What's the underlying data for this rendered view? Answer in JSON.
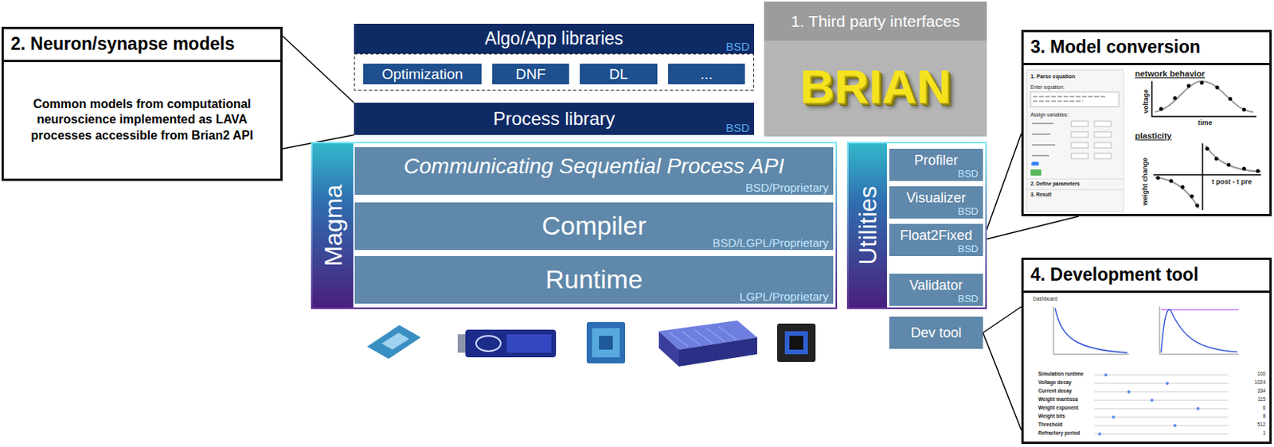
{
  "diagram": {
    "nodes": [
      {
        "text": [
          "2. Neuron/synapse models",
          "Common models from computational neuroscience implemented as LAVA processes accessible from Brian2 API"
        ]
      },
      {
        "text": [
          "Algo/App libraries",
          "BSD"
        ]
      },
      {
        "text": [
          "Optimization"
        ]
      },
      {
        "text": [
          "DNF"
        ]
      },
      {
        "text": [
          "DL"
        ]
      },
      {
        "text": [
          "..."
        ]
      },
      {
        "text": [
          "Process library",
          "BSD"
        ]
      },
      {
        "text": [
          "1. Third party interfaces",
          "BRIAN"
        ]
      },
      {
        "text": [
          "Magma"
        ]
      },
      {
        "text": [
          "Communicating Sequential Process API",
          "BSD/Proprietary"
        ],
        "in": 8
      },
      {
        "text": [
          "Compiler",
          "BSD/LGPL/Proprietary"
        ],
        "in": 8
      },
      {
        "text": [
          "Runtime",
          "LGPL/Proprietary"
        ],
        "in": 8
      },
      {
        "text": [
          "Utilities"
        ]
      },
      {
        "text": [
          "Profiler",
          "BSD"
        ],
        "in": 12
      },
      {
        "text": [
          "Visualizer",
          "BSD"
        ],
        "in": 12
      },
      {
        "text": [
          "Float2Fixed",
          "BSD"
        ],
        "in": 12
      },
      {
        "text": [
          "Validator",
          "BSD"
        ],
        "in": 12
      },
      {
        "text": [
          "Dev tool"
        ]
      },
      {
        "text": [
          "3. Model conversion"
        ]
      },
      {
        "text": [
          "4. Development tool"
        ]
      }
    ],
    "edges": [
      {
        "from": 0,
        "to": 6,
        "arrow": "none"
      },
      {
        "from": 15,
        "to": 18,
        "arrow": "none"
      },
      {
        "from": 17,
        "to": 19,
        "arrow": "none"
      }
    ],
    "labels": [
      "1. Parse equation",
      "Enter equation:",
      "Assign variables:",
      "2. Define parameters",
      "3. Result",
      "network behavior",
      "voltage",
      "time",
      "plasticity",
      "weight change",
      "t post - t pre",
      "Dashboard",
      "Simulation runtime",
      "Voltage decay",
      "Current decay",
      "Weight mantissa",
      "Weight exponent",
      "Weight bits",
      "Threshold",
      "Refractory period",
      "100",
      "1024",
      "334",
      "115",
      "6",
      "8",
      "512",
      "1"
    ]
  }
}
